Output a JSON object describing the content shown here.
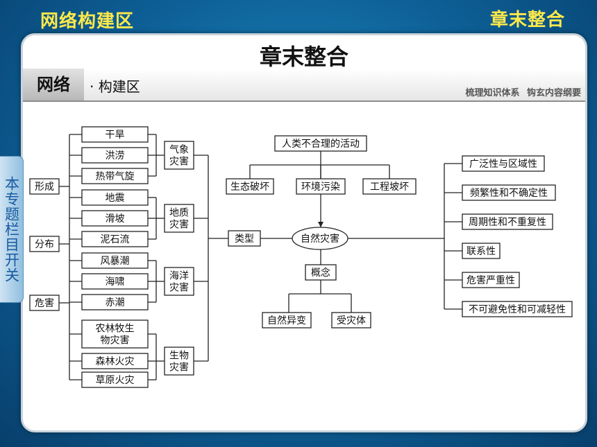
{
  "header": {
    "left_title": "网络构建区",
    "right_title": "章末整合",
    "main_title": "章末整合",
    "section_tab": "网络",
    "section_sub": "· 构建区",
    "slogan": "梳理知识体系   钩玄内容纲要"
  },
  "side_tab": "本专题栏目开关",
  "diagram": {
    "left_labels": [
      "形成",
      "分布",
      "危害"
    ],
    "groups": [
      {
        "name": "气象\n灾害",
        "items": [
          "干旱",
          "洪涝",
          "热带气旋"
        ]
      },
      {
        "name": "地质\n灾害",
        "items": [
          "地震",
          "滑坡",
          "泥石流"
        ]
      },
      {
        "name": "海洋\n灾害",
        "items": [
          "风暴潮",
          "海啸",
          "赤潮"
        ]
      },
      {
        "name": "生物\n灾害",
        "items": [
          "农林牧生\n物灾害",
          "森林火灾",
          "草原火灾"
        ]
      }
    ],
    "type_label": "类型",
    "cause": "人类不合理的活动",
    "human_effects": [
      "生态破坏",
      "环境污染",
      "工程坡坏"
    ],
    "center": "自然灾害",
    "concept_label": "概念",
    "concept_items": [
      "自然异变",
      "受灾体"
    ],
    "characteristics": [
      "广泛性与区域性",
      "频繁性和不确定性",
      "周期性和不重复性",
      "联系性",
      "危害严重性",
      "不可避免性和可减轻性"
    ]
  }
}
